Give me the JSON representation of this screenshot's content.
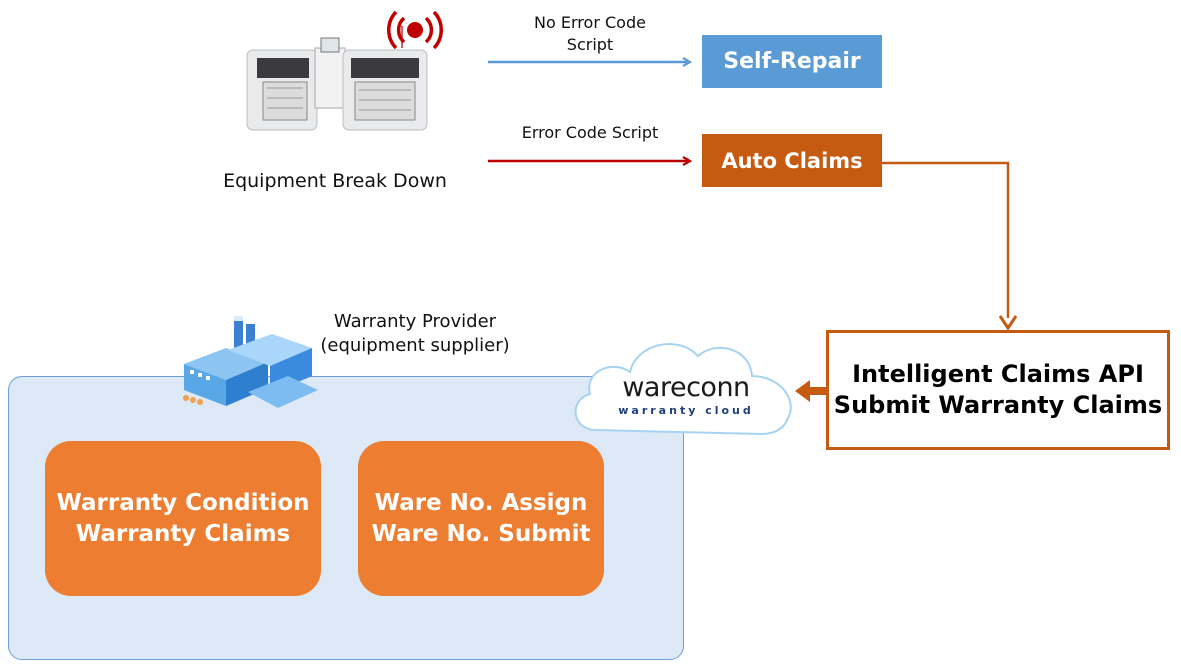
{
  "equipment": {
    "label": "Equipment Break Down",
    "image_icon": "pick-and-place-machine-icon",
    "alert_icon": "broadcast-alert-icon"
  },
  "flows": {
    "no_error": {
      "label_line1": "No Error Code",
      "label_line2": "Script",
      "color": "#5b9bd5"
    },
    "error": {
      "label": "Error Code Script",
      "color": "#c00000"
    }
  },
  "self_repair": {
    "label": "Self-Repair",
    "color": "#5b9bd5"
  },
  "auto_claims": {
    "label": "Auto Claims",
    "color": "#c55a11"
  },
  "api_box": {
    "line1": "Intelligent Claims API",
    "line2": "Submit Warranty Claims",
    "border_color": "#c55a11"
  },
  "cloud": {
    "brand": "wareconn",
    "tagline": "warranty cloud"
  },
  "provider": {
    "title_line1": "Warranty Provider",
    "title_line2": "(equipment supplier)",
    "icon": "factory-icon",
    "panel_color": "#dde9f6",
    "cards": [
      {
        "line1": "Warranty Condition",
        "line2": "Warranty Claims"
      },
      {
        "line1": "Ware No. Assign",
        "line2": "Ware No. Submit"
      }
    ],
    "card_color": "#ed7d31"
  }
}
